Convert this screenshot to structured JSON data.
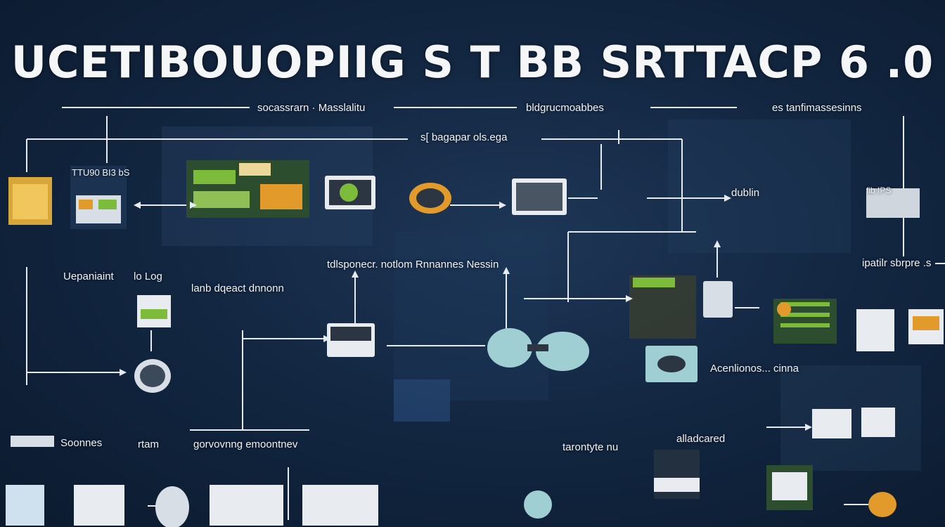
{
  "diagram": {
    "title": "UCETIBOUOPIIG S T BB SRTTACP 6 .0",
    "labels": {
      "top_a": "socassrarn · Masslalitu",
      "top_b": "bldgrucmoabbes",
      "top_c": "es tanfimassesinns",
      "mid_top": "s[ bagapar ols.ega",
      "block_a": "TTU90 BI3 bS",
      "dublin": "dublin",
      "fy_right": "fib IPS",
      "left_a": "Uepaniaint",
      "left_b": "lo Log",
      "left_c": "lanb dqeact dnnonn",
      "center_a": "tdlsponecr. notlom Rnnannes Nessin",
      "right_a": "ipatilr sbrpre .s",
      "right_b": "Acenlionos... cinna",
      "bottom_a": "Soonnes",
      "bottom_b": "rtam",
      "bottom_c": "gorvovnng emoontnev",
      "bottom_d": "tarontyte nu",
      "bottom_e": "alladcared"
    }
  },
  "colors": {
    "accent_green": "#7dbb3a",
    "accent_orange": "#e29a2b",
    "accent_teal": "#5fb7c4",
    "line": "#e6ebf0"
  }
}
